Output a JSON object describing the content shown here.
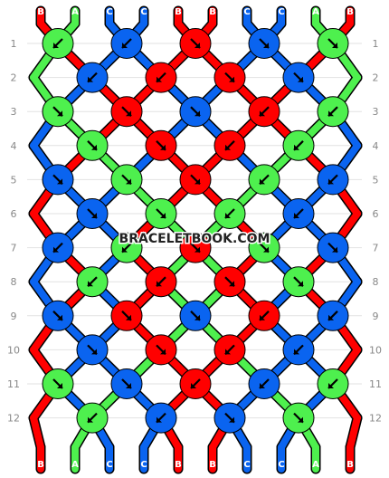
{
  "watermark": "BRACELETBOOK.COM",
  "colors": {
    "A": "#4ef04e",
    "B": "#ff0000",
    "C": "#0a64f0"
  },
  "strands_top": [
    "B",
    "A",
    "C",
    "C",
    "B",
    "B",
    "C",
    "C",
    "A",
    "B"
  ],
  "strands_bottom": [
    "B",
    "A",
    "C",
    "C",
    "B",
    "B",
    "C",
    "C",
    "A",
    "B"
  ],
  "row_labels": [
    "1",
    "2",
    "3",
    "4",
    "5",
    "6",
    "7",
    "8",
    "9",
    "10",
    "11",
    "12"
  ],
  "knots": [
    [
      {
        "c": "A",
        "d": "bl"
      },
      {
        "c": "C",
        "d": "bl"
      },
      {
        "c": "B",
        "d": "br"
      },
      {
        "c": "C",
        "d": "br"
      },
      {
        "c": "A",
        "d": "br"
      }
    ],
    [
      {
        "c": "C",
        "d": "bl"
      },
      {
        "c": "B",
        "d": "bl"
      },
      {
        "c": "B",
        "d": "br"
      },
      {
        "c": "C",
        "d": "br"
      }
    ],
    [
      {
        "c": "A",
        "d": "br"
      },
      {
        "c": "B",
        "d": "br"
      },
      {
        "c": "C",
        "d": "br"
      },
      {
        "c": "B",
        "d": "bl"
      },
      {
        "c": "A",
        "d": "bl"
      }
    ],
    [
      {
        "c": "A",
        "d": "br"
      },
      {
        "c": "B",
        "d": "br"
      },
      {
        "c": "B",
        "d": "bl"
      },
      {
        "c": "A",
        "d": "bl"
      }
    ],
    [
      {
        "c": "C",
        "d": "br"
      },
      {
        "c": "A",
        "d": "br"
      },
      {
        "c": "B",
        "d": "br"
      },
      {
        "c": "A",
        "d": "bl"
      },
      {
        "c": "C",
        "d": "bl"
      }
    ],
    [
      {
        "c": "C",
        "d": "br"
      },
      {
        "c": "A",
        "d": "br"
      },
      {
        "c": "A",
        "d": "bl"
      },
      {
        "c": "C",
        "d": "bl"
      }
    ],
    [
      {
        "c": "C",
        "d": "bl"
      },
      {
        "c": "A",
        "d": "bl"
      },
      {
        "c": "B",
        "d": "br"
      },
      {
        "c": "A",
        "d": "br"
      },
      {
        "c": "C",
        "d": "br"
      }
    ],
    [
      {
        "c": "A",
        "d": "bl"
      },
      {
        "c": "B",
        "d": "bl"
      },
      {
        "c": "B",
        "d": "br"
      },
      {
        "c": "A",
        "d": "br"
      }
    ],
    [
      {
        "c": "C",
        "d": "br"
      },
      {
        "c": "B",
        "d": "br"
      },
      {
        "c": "C",
        "d": "br"
      },
      {
        "c": "B",
        "d": "bl"
      },
      {
        "c": "C",
        "d": "bl"
      }
    ],
    [
      {
        "c": "C",
        "d": "br"
      },
      {
        "c": "B",
        "d": "br"
      },
      {
        "c": "B",
        "d": "bl"
      },
      {
        "c": "C",
        "d": "bl"
      }
    ],
    [
      {
        "c": "A",
        "d": "br"
      },
      {
        "c": "C",
        "d": "br"
      },
      {
        "c": "B",
        "d": "bl"
      },
      {
        "c": "C",
        "d": "bl"
      },
      {
        "c": "A",
        "d": "bl"
      }
    ],
    [
      {
        "c": "A",
        "d": "bl"
      },
      {
        "c": "C",
        "d": "bl"
      },
      {
        "c": "C",
        "d": "br"
      },
      {
        "c": "A",
        "d": "br"
      }
    ]
  ]
}
